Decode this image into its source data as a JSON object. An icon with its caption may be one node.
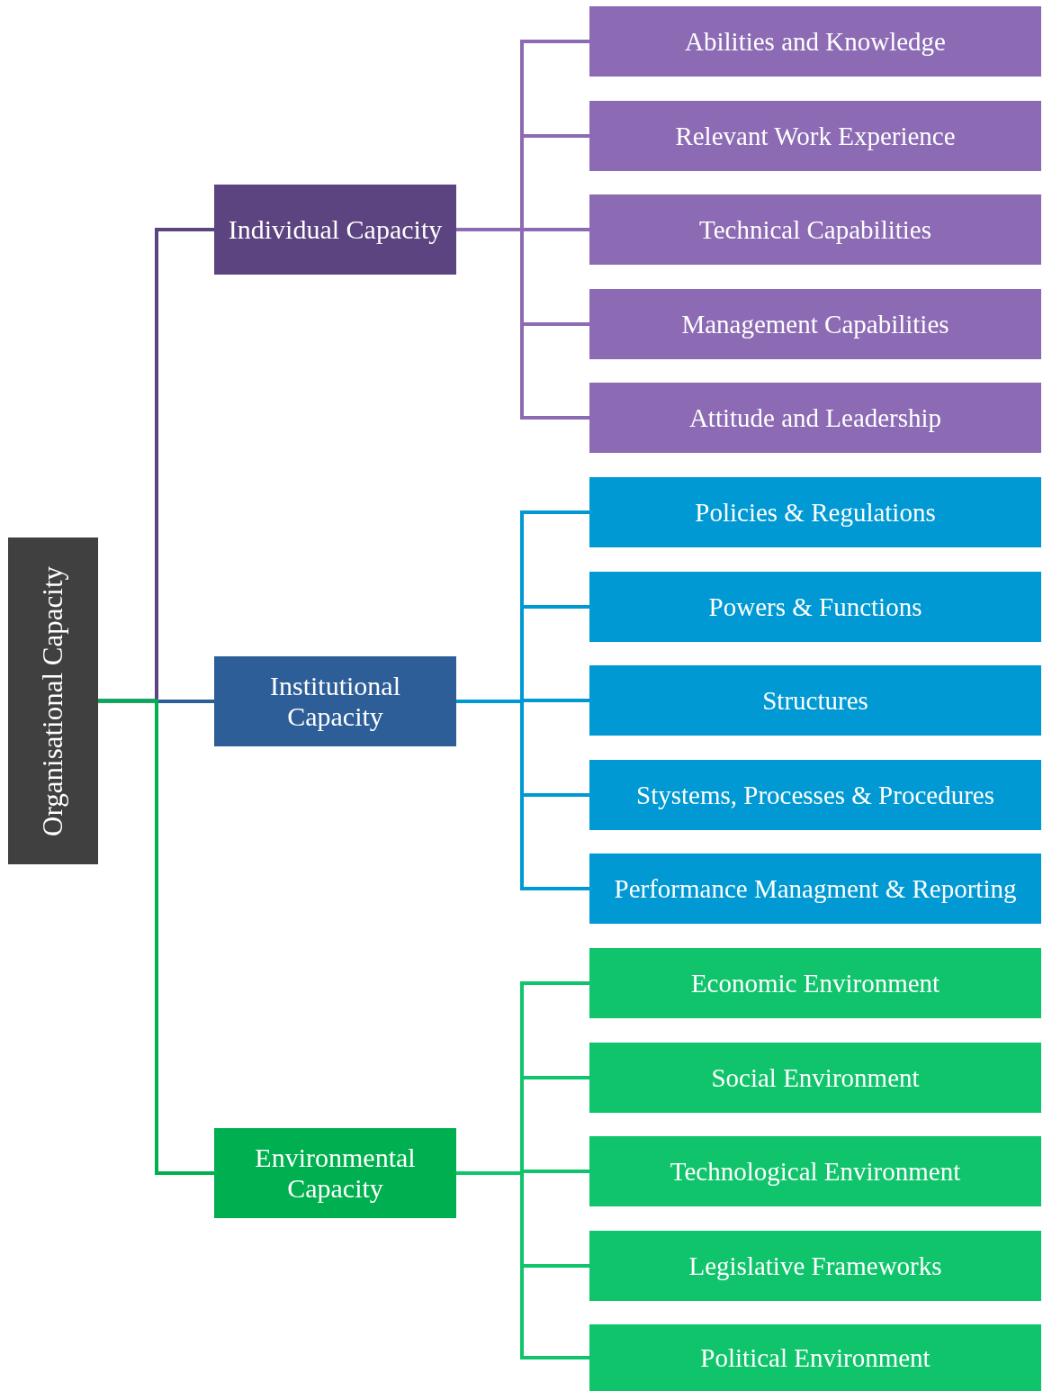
{
  "diagram": {
    "nodes": [
      {
        "text": [
          "Organisational Capacity"
        ]
      },
      {
        "text": [
          "Individual Capacity"
        ]
      },
      {
        "text": [
          "Abilities and Knowledge"
        ]
      },
      {
        "text": [
          "Relevant Work Experience"
        ]
      },
      {
        "text": [
          "Technical Capabilities"
        ]
      },
      {
        "text": [
          "Management Capabilities"
        ]
      },
      {
        "text": [
          "Attitude and Leadership"
        ]
      },
      {
        "text": [
          "Institutional Capacity"
        ]
      },
      {
        "text": [
          "Policies & Regulations"
        ]
      },
      {
        "text": [
          "Powers & Functions"
        ]
      },
      {
        "text": [
          "Structures"
        ]
      },
      {
        "text": [
          "Stystems, Processes & Procedures"
        ]
      },
      {
        "text": [
          "Performance Managment & Reporting"
        ]
      },
      {
        "text": [
          "Environmental Capacity"
        ]
      },
      {
        "text": [
          "Economic Environment"
        ]
      },
      {
        "text": [
          "Social Environment"
        ]
      },
      {
        "text": [
          "Technological Environment"
        ]
      },
      {
        "text": [
          "Legislative Frameworks"
        ]
      },
      {
        "text": [
          "Political Environment"
        ]
      }
    ],
    "edges": [
      {
        "from": 0,
        "to": 1,
        "arrow": "none",
        "color": "#5c4480"
      },
      {
        "from": 0,
        "to": 7,
        "arrow": "none",
        "color": "#2e5e98"
      },
      {
        "from": 0,
        "to": 13,
        "arrow": "none",
        "color": "#00b050"
      },
      {
        "from": 1,
        "to": 2,
        "arrow": "none",
        "color": "#8c6bb4"
      },
      {
        "from": 1,
        "to": 3,
        "arrow": "none",
        "color": "#8c6bb4"
      },
      {
        "from": 1,
        "to": 4,
        "arrow": "none",
        "color": "#8c6bb4"
      },
      {
        "from": 1,
        "to": 5,
        "arrow": "none",
        "color": "#8c6bb4"
      },
      {
        "from": 1,
        "to": 6,
        "arrow": "none",
        "color": "#8c6bb4"
      },
      {
        "from": 7,
        "to": 8,
        "arrow": "none",
        "color": "#0099d3"
      },
      {
        "from": 7,
        "to": 9,
        "arrow": "none",
        "color": "#0099d3"
      },
      {
        "from": 7,
        "to": 10,
        "arrow": "none",
        "color": "#0099d3"
      },
      {
        "from": 7,
        "to": 11,
        "arrow": "none",
        "color": "#0099d3"
      },
      {
        "from": 7,
        "to": 12,
        "arrow": "none",
        "color": "#0099d3"
      },
      {
        "from": 13,
        "to": 14,
        "arrow": "none",
        "color": "#10c46c"
      },
      {
        "from": 13,
        "to": 15,
        "arrow": "none",
        "color": "#10c46c"
      },
      {
        "from": 13,
        "to": 16,
        "arrow": "none",
        "color": "#10c46c"
      },
      {
        "from": 13,
        "to": 17,
        "arrow": "none",
        "color": "#10c46c"
      },
      {
        "from": 13,
        "to": 18,
        "arrow": "none",
        "color": "#10c46c"
      }
    ]
  }
}
